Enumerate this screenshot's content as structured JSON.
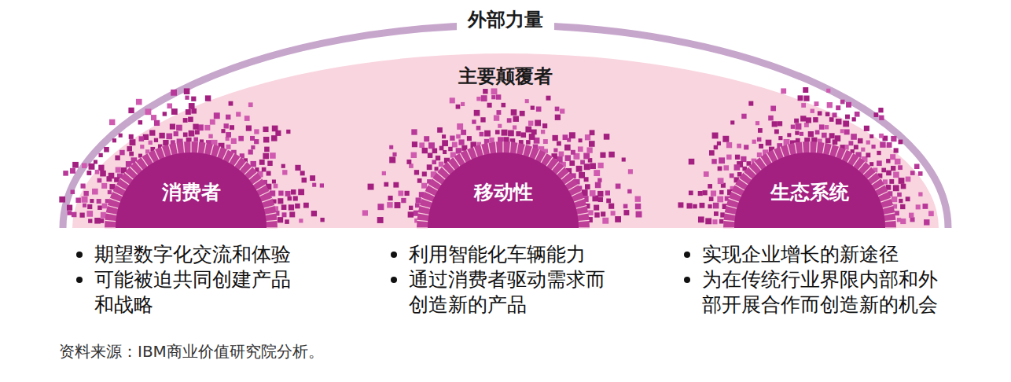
{
  "diagram": {
    "caption": "资料来源：IBM商业价值研究院分析。",
    "nodes": [
      {
        "text": [
          "外部力量"
        ]
      },
      {
        "text": [
          "主要颠覆者"
        ],
        "in": 0
      },
      {
        "text": [
          "消费者",
          "期望数字化交流和体验",
          "可能被迫共同创建产品和战略"
        ],
        "in": 1
      },
      {
        "text": [
          "移动性",
          "利用智能化车辆能力",
          "通过消费者驱动需求而创造新的产品"
        ],
        "in": 1
      },
      {
        "text": [
          "生态系统",
          "实现企业增长的新途径",
          "为在传统行业界限内部和外部开展合作而创造新的机会"
        ],
        "in": 1
      }
    ]
  }
}
